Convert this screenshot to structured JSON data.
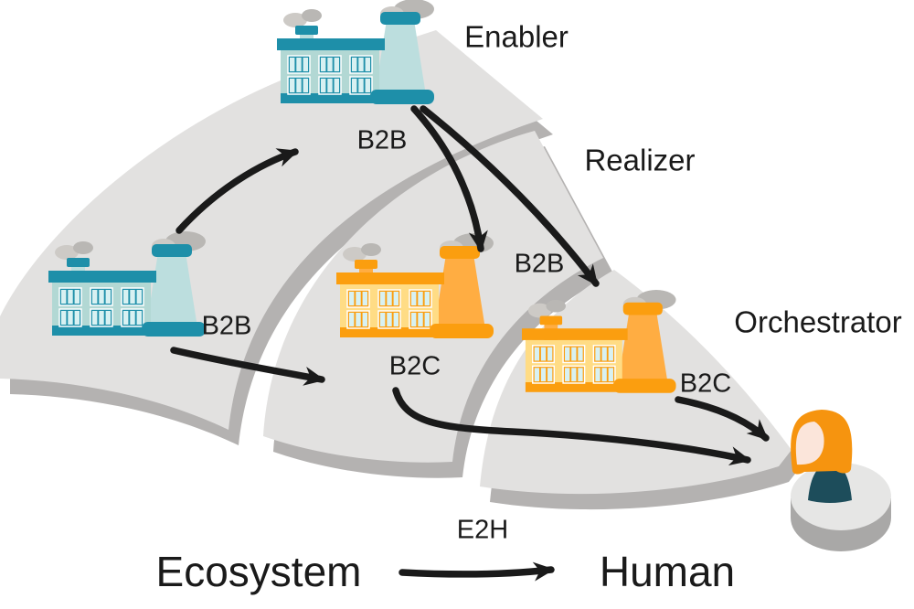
{
  "diagram": {
    "roles": {
      "enabler": "Enabler",
      "realizer": "Realizer",
      "orchestrator": "Orchestrator"
    },
    "links": {
      "b2b_enabler": "B2B",
      "b2b_left": "B2B",
      "b2b_realizer": "B2B",
      "b2c_realizer": "B2C",
      "b2c_orchestrator": "B2C",
      "e2h": "E2H"
    },
    "footer": {
      "source": "Ecosystem",
      "target": "Human"
    }
  },
  "colors": {
    "ink": "#1a1a1a",
    "wedge_top": "#e2e1e0",
    "wedge_side": "#b4b2b1",
    "teal_band": "#1e8fa9",
    "teal_body": "#b2d8d4",
    "teal_tower": "#bcdede",
    "orange_band": "#fb9e0f",
    "orange_body": "#ffdc85",
    "orange_tower": "#ffad42",
    "pane": "#d8f1f2",
    "smoke_dark": "#b9b7b4",
    "smoke_light": "#cdcac6",
    "hair": "#f6940f",
    "skin": "#fbe5da",
    "torso": "#1d4d5b",
    "platform_top": "#e6e6e5",
    "platform_side": "#a9a8a7"
  }
}
